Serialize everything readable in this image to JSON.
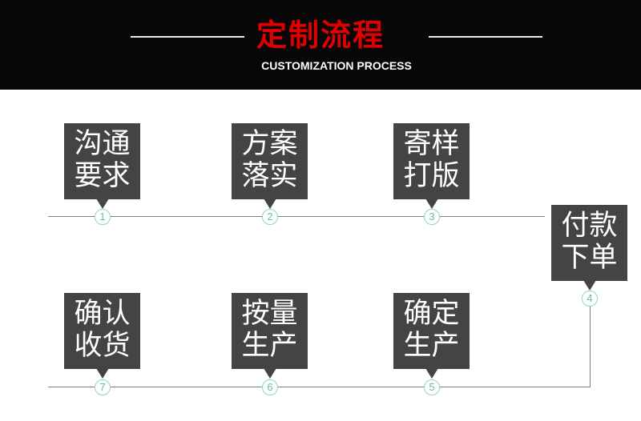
{
  "header": {
    "title": "定制流程",
    "subtitle": "CUSTOMIZATION PROCESS",
    "title_color": "#e10000",
    "background_color": "#070707"
  },
  "steps": [
    {
      "number": "1",
      "line1": "沟通",
      "line2": "要求"
    },
    {
      "number": "2",
      "line1": "方案",
      "line2": "落实"
    },
    {
      "number": "3",
      "line1": "寄样",
      "line2": "打版"
    },
    {
      "number": "4",
      "line1": "付款",
      "line2": "下单"
    },
    {
      "number": "5",
      "line1": "确定",
      "line2": "生产"
    },
    {
      "number": "6",
      "line1": "按量",
      "line2": "生产"
    },
    {
      "number": "7",
      "line1": "确认",
      "line2": "收货"
    }
  ],
  "colors": {
    "box": "#444444",
    "badge_text": "#62bda8",
    "badge_border": "#8fd3c5",
    "rail": "#7d7d7d"
  }
}
